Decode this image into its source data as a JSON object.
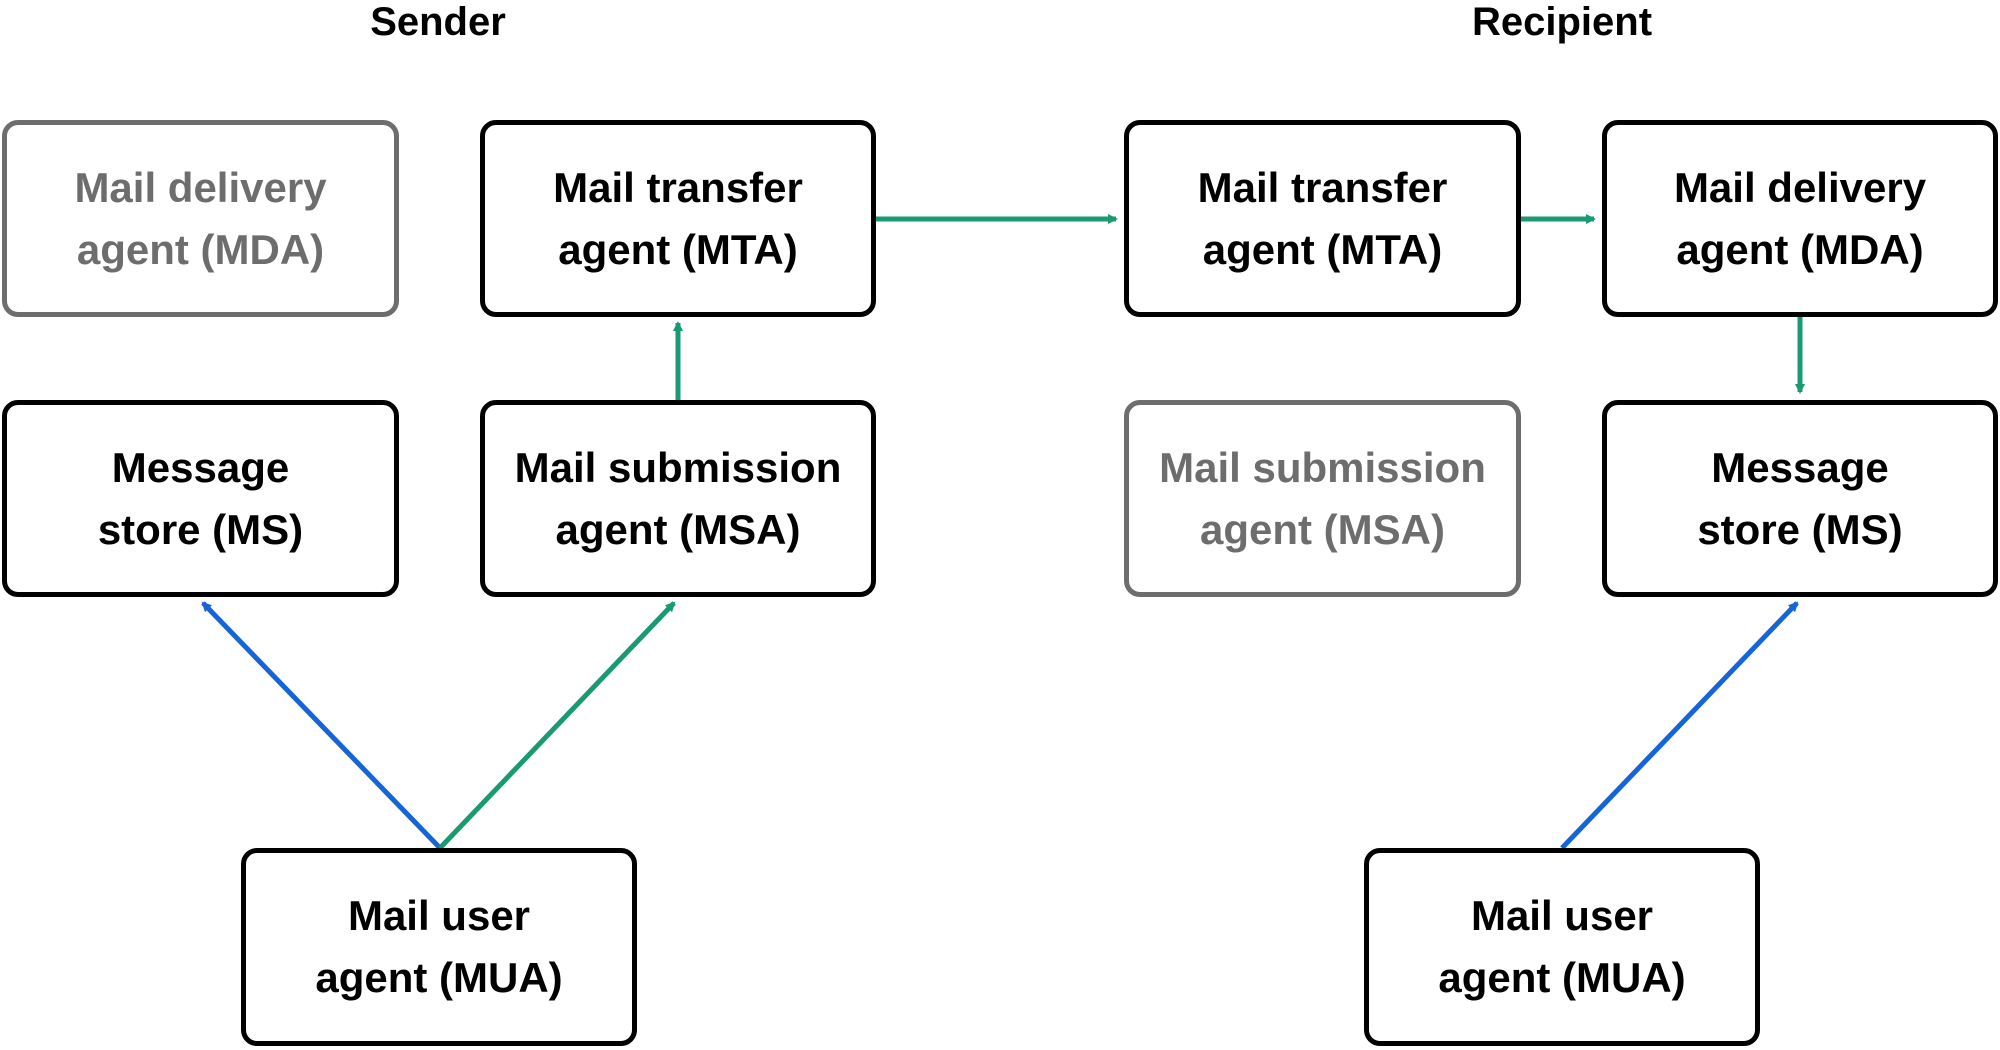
{
  "colors": {
    "active_border": "#000000",
    "inactive_border": "#6d6d6d",
    "transfer_arrow": "#1a9a72",
    "access_arrow": "#1565d8"
  },
  "headings": {
    "sender": "Sender",
    "recipient": "Recipient"
  },
  "sender": {
    "mda": {
      "line1": "Mail delivery",
      "line2": "agent (MDA)",
      "state": "inactive"
    },
    "mta": {
      "line1": "Mail transfer",
      "line2": "agent (MTA)",
      "state": "active"
    },
    "ms": {
      "line1": "Message",
      "line2": "store (MS)",
      "state": "active"
    },
    "msa": {
      "line1": "Mail submission",
      "line2": "agent (MSA)",
      "state": "active"
    },
    "mua": {
      "line1": "Mail user",
      "line2": "agent (MUA)",
      "state": "active"
    }
  },
  "recipient": {
    "mta": {
      "line1": "Mail transfer",
      "line2": "agent (MTA)",
      "state": "active"
    },
    "mda": {
      "line1": "Mail delivery",
      "line2": "agent (MDA)",
      "state": "active"
    },
    "msa": {
      "line1": "Mail submission",
      "line2": "agent (MSA)",
      "state": "inactive"
    },
    "ms": {
      "line1": "Message",
      "line2": "store (MS)",
      "state": "active"
    },
    "mua": {
      "line1": "Mail user",
      "line2": "agent (MUA)",
      "state": "active"
    }
  },
  "edges": [
    {
      "from": "sender-mua",
      "to": "sender-ms",
      "kind": "access"
    },
    {
      "from": "sender-mua",
      "to": "sender-msa",
      "kind": "transfer"
    },
    {
      "from": "sender-msa",
      "to": "sender-mta",
      "kind": "transfer"
    },
    {
      "from": "sender-mta",
      "to": "recipient-mta",
      "kind": "transfer"
    },
    {
      "from": "recipient-mta",
      "to": "recipient-mda",
      "kind": "transfer"
    },
    {
      "from": "recipient-mda",
      "to": "recipient-ms",
      "kind": "transfer"
    },
    {
      "from": "recipient-mua",
      "to": "recipient-ms",
      "kind": "access"
    }
  ]
}
